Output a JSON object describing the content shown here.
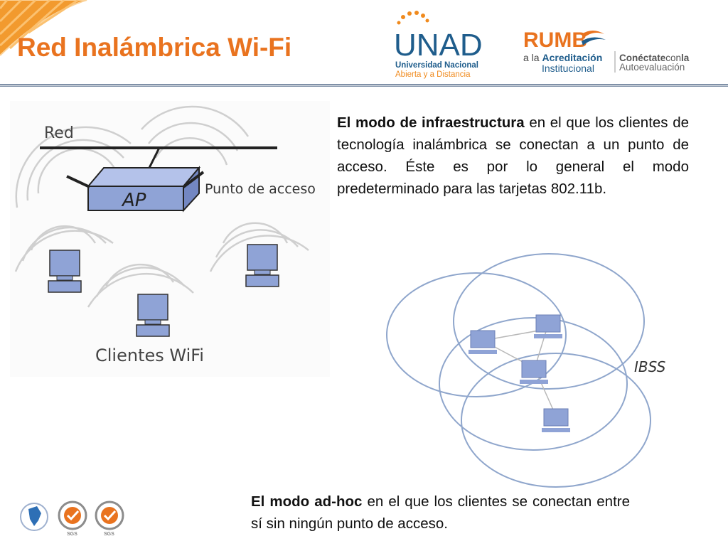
{
  "title": "Red Inalámbrica Wi-Fi",
  "logos": {
    "unad": {
      "mark": "UNAD",
      "line1": "Universidad Nacional",
      "line2": "Abierta y a Distancia"
    },
    "rumbo": {
      "mark": "RUMB",
      "a_la": "a la",
      "acreditacion": "Acreditación",
      "institucional": "Institucional",
      "conectate": "Conéctate",
      "con": "con",
      "la": "la",
      "autoevaluacion": "Autoevaluación"
    }
  },
  "infra_diagram": {
    "red_label": "Red",
    "ap_label": "AP",
    "punto_label": "Punto de acceso",
    "clientes_label": "Clientes WiFi"
  },
  "adhoc_diagram": {
    "ibss_label": "IBSS"
  },
  "infra_text": {
    "bold": "El modo de infraestructura",
    "rest": " en el que los clientes de tecnología inalámbrica se conectan a un punto de acceso. Éste es por lo general el modo predeterminado para las tarjetas 802.11b."
  },
  "adhoc_text": {
    "bold": "El modo ad-hoc",
    "rest": " en el que los clientes se conectan entre sí sin ningún punto de acceso."
  },
  "badges": {
    "sgs1": "SGS",
    "sgs2": "SGS"
  },
  "colors": {
    "title_orange": "#e9731f",
    "unad_blue": "#1f5d8c",
    "unad_orange": "#f08a1d",
    "device_fill": "#8fa3d6",
    "circle_stroke": "#8fa6cc"
  }
}
